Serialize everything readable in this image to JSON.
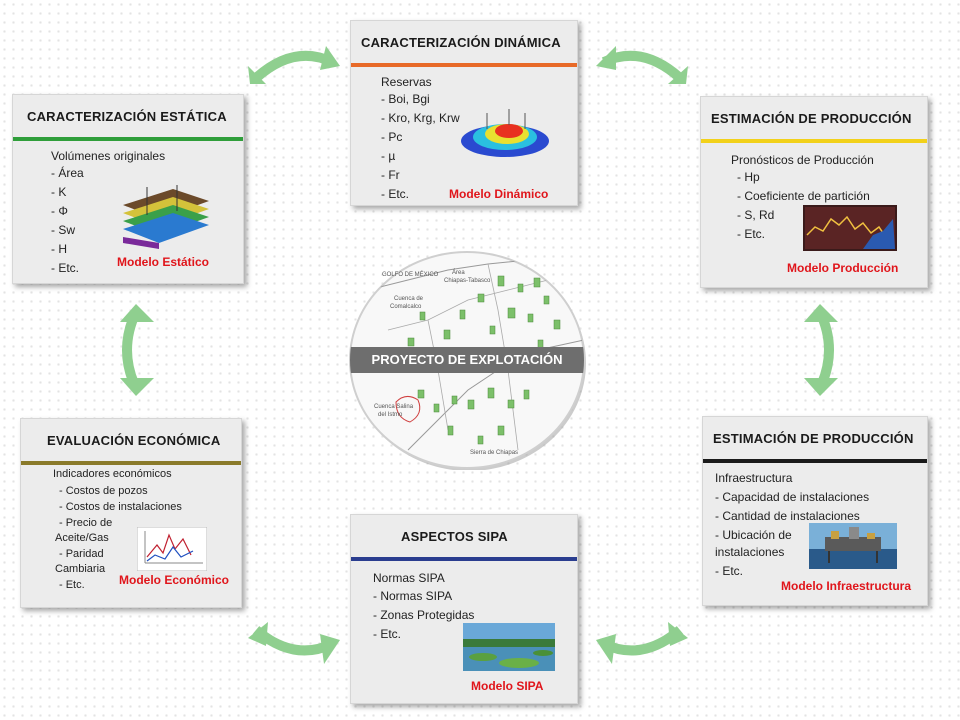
{
  "colors": {
    "estatica": "#2f9e3a",
    "dinamica": "#e86a28",
    "produccion1": "#f2d11a",
    "produccion2": "#1a1a1a",
    "economica": "#8a7a2a",
    "sipa": "#2a3d8f",
    "model_label": "#e0151b",
    "arrow": "#8fcf8f"
  },
  "estatica": {
    "title": "CARACTERIZACIÓN ESTÁTICA",
    "header": "Volúmenes originales",
    "items": [
      "- Área",
      "- K",
      "- Φ",
      "- Sw",
      "- H",
      "- Etc."
    ],
    "model": "Modelo Estático"
  },
  "dinamica": {
    "title": "CARACTERIZACIÓN DINÁMICA",
    "header": "Reservas",
    "items": [
      "- Boi, Bgi",
      "- Kro, Krg, Krw",
      "- Pc",
      "- µ",
      "- Fr",
      "- Etc."
    ],
    "model": "Modelo Dinámico"
  },
  "produccion1": {
    "title": "ESTIMACIÓN DE PRODUCCIÓN",
    "header": "Pronósticos de Producción",
    "items": [
      "- Hp",
      "- Coeficiente de partición",
      "- S, Rd",
      "- Etc."
    ],
    "model": "Modelo Producción"
  },
  "produccion2": {
    "title": "ESTIMACIÓN DE PRODUCCIÓN",
    "header": "Infraestructura",
    "items": [
      "- Capacidad de instalaciones",
      "- Cantidad de instalaciones",
      "- Ubicación de",
      "instalaciones",
      "- Etc."
    ],
    "model": "Modelo Infraestructura"
  },
  "economica": {
    "title": "EVALUACIÓN ECONÓMICA",
    "header": "Indicadores económicos",
    "items": [
      "- Costos de pozos",
      "- Costos de instalaciones",
      "- Precio de",
      "Aceite/Gas",
      "- Paridad",
      "Cambiaria",
      "- Etc."
    ],
    "model": "Modelo Económico"
  },
  "sipa": {
    "title": "ASPECTOS SIPA",
    "header": "Normas SIPA",
    "items": [
      "- Normas SIPA",
      "- Zonas Protegidas",
      "- Etc."
    ],
    "model": "Modelo SIPA"
  },
  "center": {
    "label": "PROYECTO DE EXPLOTACIÓN",
    "map_labels": [
      "GOLFO DE MÉXICO",
      "Área",
      "Chiapas-Tabasco",
      "Cuenca de",
      "Comalcalco",
      "Cuenca Salina",
      "del Istmo",
      "Sierra de Chiapas"
    ]
  },
  "icons": [
    "reservoir-3d-icon",
    "reservoir-heatmap-icon",
    "production-chart-icon",
    "platform-photo-icon",
    "economic-chart-icon",
    "wetland-photo-icon",
    "double-arrow-icon"
  ]
}
